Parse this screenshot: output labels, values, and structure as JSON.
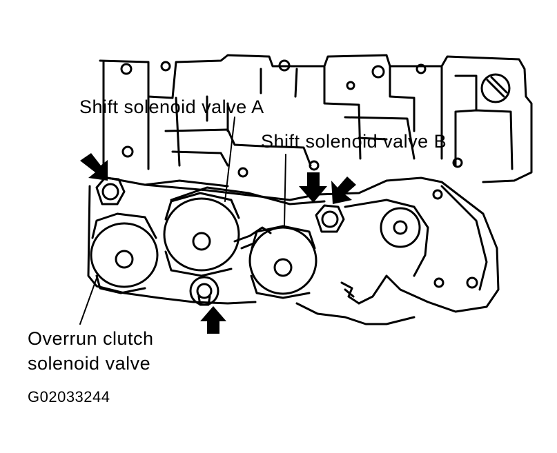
{
  "labels": {
    "shift_a": "Shift solenoid valve A",
    "shift_b": "Shift solenoid valve B",
    "overrun_line1": "Overrun clutch",
    "overrun_line2": "solenoid valve",
    "figure_code": "G02033244"
  },
  "icons": [
    "bolt-icon",
    "arrow-icon",
    "solenoid-icon"
  ],
  "colors": {
    "ink": "#000000",
    "paper": "#ffffff"
  }
}
